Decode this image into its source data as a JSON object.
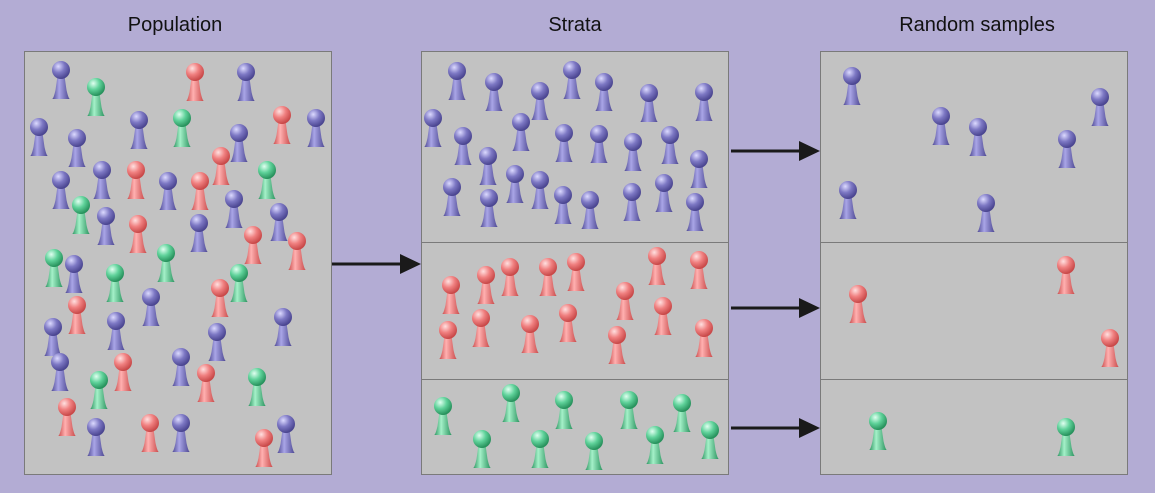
{
  "headings": {
    "population": "Population",
    "strata": "Strata",
    "samples": "Random samples"
  },
  "colors": {
    "background": "#b3acd4",
    "panel": "#c2c2c2",
    "panel_border": "#7a7a7a",
    "arrow": "#1a1a1a",
    "blue": "#6b66b0",
    "red": "#f07373",
    "green": "#4fc489"
  },
  "icons": {
    "figure": "person-pawn-icon",
    "arrow": "right-arrow-icon"
  },
  "counts": {
    "population": {
      "blue": 24,
      "red": 16,
      "green": 10
    },
    "strata": {
      "blue": 24,
      "red": 16,
      "green": 10
    },
    "samples": {
      "blue": 7,
      "red": 3,
      "green": 2
    }
  }
}
